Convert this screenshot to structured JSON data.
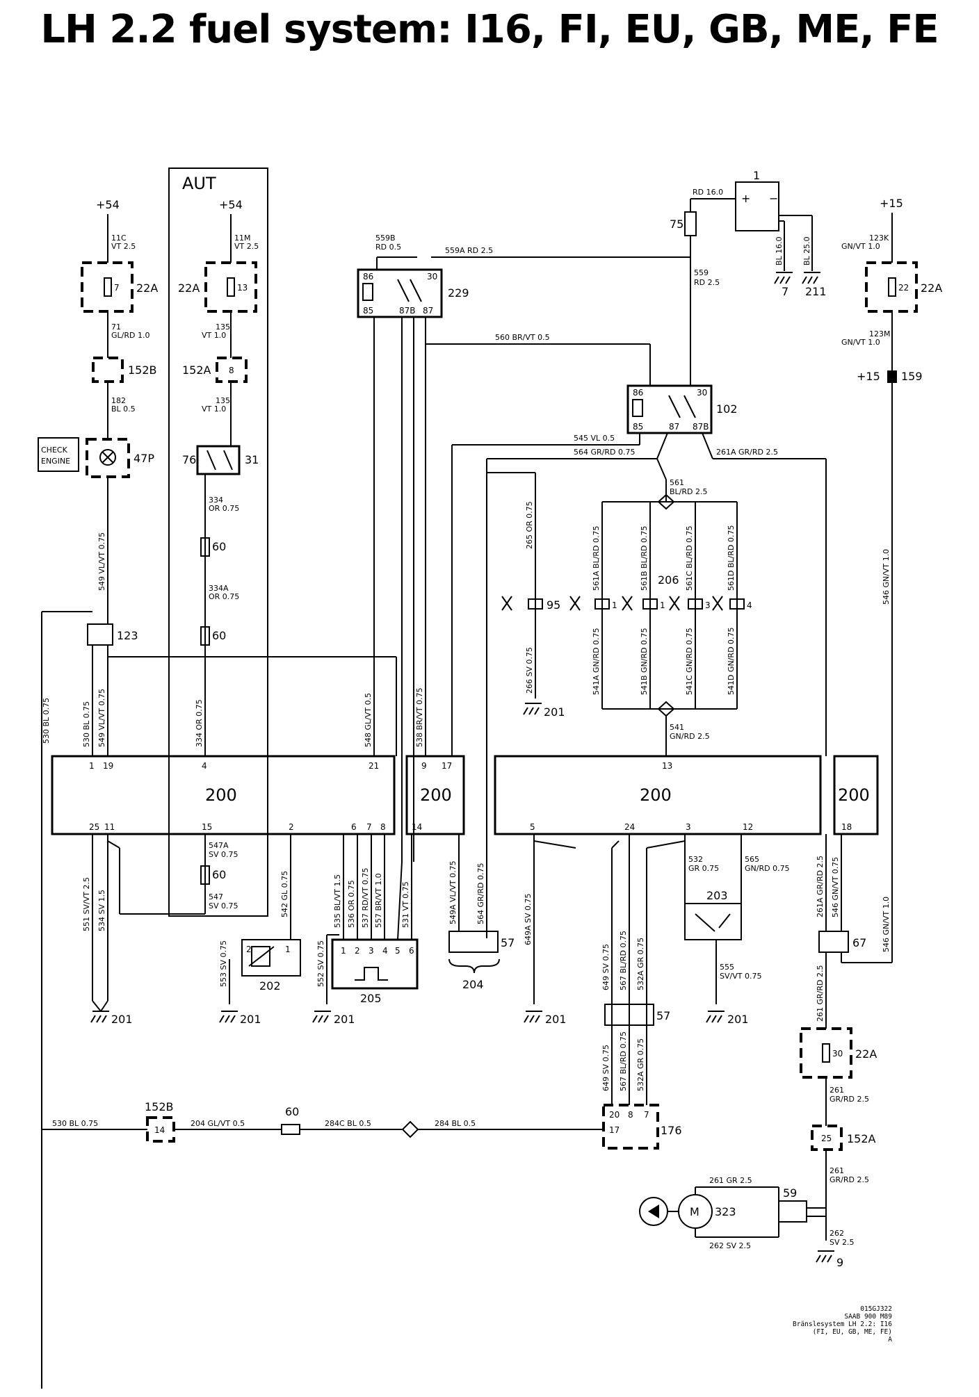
{
  "title": "LH 2.2 fuel system: I16, FI, EU, GB, ME, FE",
  "footer": {
    "line1": "015GJ322",
    "line2": "SAAB 900 M89",
    "line3": "Bränslesystem LH 2.2: I16",
    "line4": "(FI, EU, GB, ME, FE)",
    "line5": "A"
  },
  "labels": {
    "aut": "AUT",
    "p54a": "+54",
    "p54b": "+54",
    "p15": "+15",
    "p15b": "+15",
    "c1": "1",
    "c75": "75",
    "c229": "229",
    "c102": "102",
    "c22a1": "22A",
    "c22a2": "22A",
    "c22a3": "22A",
    "c22a4": "22A",
    "c152b": "152B",
    "c152a": "152A",
    "c152b2": "152B",
    "c152a2": "152A",
    "c159": "159",
    "c47p": "47P",
    "c76": "76",
    "c31": "31",
    "c60a": "60",
    "c60b": "60",
    "c60c": "60",
    "c60d": "60",
    "c123": "123",
    "c95": "95",
    "c206": "206",
    "c200a": "200",
    "c200b": "200",
    "c200c": "200",
    "c200d": "200",
    "c202": "202",
    "c205": "205",
    "c204": "204",
    "c203": "203",
    "c57a": "57",
    "c57b": "57",
    "c67": "67",
    "c176": "176",
    "c323": "323",
    "c59": "59",
    "c7": "7",
    "c211": "211",
    "c9": "9",
    "g201a": "201",
    "g201b": "201",
    "g201c": "201",
    "g201d": "201",
    "g201e": "201",
    "g201f": "201",
    "check1": "CHECK",
    "check2": "ENGINE",
    "motor": "M"
  },
  "wires": {
    "w11c": "11C",
    "w11c2": "VT 2.5",
    "w11m": "11M",
    "w11m2": "VT 2.5",
    "w123k": "123K",
    "w123k2": "GN/VT 1.0",
    "w71": "71",
    "w71b": "GL/RD 1.0",
    "w135": "135",
    "w135b": "VT 1.0",
    "w135c": "135",
    "w135d": "VT 1.0",
    "w123m": "123M",
    "w123m2": "GN/VT 1.0",
    "w182": "182",
    "w182b": "BL 0.5",
    "w559b": "559B",
    "w559b2": "RD 0.5",
    "w559a": "559A RD 2.5",
    "wrd16": "RD 16.0",
    "w559": "559",
    "w559c": "RD 2.5",
    "wbl16": "BL 16.0",
    "wbl25": "BL 25.0",
    "w560": "560 BR/VT 0.5",
    "w545": "545 VL 0.5",
    "w564": "564 GR/RD 0.75",
    "w261a": "261A GR/RD 2.5",
    "w561": "561",
    "w561b": "BL/RD 2.5",
    "w541": "541",
    "w541b": "GN/RD 2.5",
    "w334": "334",
    "w334b": "OR 0.75",
    "w334a": "334A",
    "w334a2": "OR 0.75",
    "w549v": "549 VL/VT 0.75",
    "w546v": "546 GN/VT 1.0",
    "w530v": "530 BL 0.75",
    "w530v2": "530 BL 0.75",
    "w549v2": "549 VL/VT 0.75",
    "w334v": "334 OR 0.75",
    "w548v": "548 GL/VT 0.5",
    "w538v": "538 BR/VT 0.75",
    "w265": "265 OR 0.75",
    "w266": "266 SV 0.75",
    "w561a": "561A BL/RD 0.75",
    "w561bv": "561B BL/RD 0.75",
    "w561c": "561C BL/RD 0.75",
    "w561d": "561D BL/RD 0.75",
    "w541a": "541A GN/RD 0.75",
    "w541bv": "541B GN/RD 0.75",
    "w541c": "541C GN/RD 0.75",
    "w541d": "541D GN/RD 0.75",
    "w551": "551 SV/VT 2.5",
    "w534": "534 SV 1.5",
    "w547a": "547A",
    "w547a2": "SV 0.75",
    "w547": "547",
    "w547b": "SV 0.75",
    "w542": "542 GL 0.75",
    "w553": "553 SV 0.75",
    "w552": "552 SV 0.75",
    "w535": "535 BL/VT 1.5",
    "w536": "536 OR 0.75",
    "w537": "537 RD/VT 0.75",
    "w557": "557 BR/VT 1.0",
    "w531": "531 VT 0.75",
    "w549a": "549A VL/VT 0.75",
    "w564v": "564 GR/RD 0.75",
    "w649a": "649A SV 0.75",
    "w649": "649 SV 0.75",
    "w567": "567 BL/RD 0.75",
    "w532a": "532A GR 0.75",
    "w649b": "649 SV 0.75",
    "w567b": "567 BL/RD 0.75",
    "w532a2": "532A GR 0.75",
    "w532": "532",
    "w532b": "GR 0.75",
    "w565": "565",
    "w565b": "GN/RD 0.75",
    "w555": "555",
    "w555b": "SV/VT 0.75",
    "w261agr": "261A GR/RD 2.5",
    "w546": "546 GN/VT 0.75",
    "w546b": "546 GN/VT 1.0",
    "w261gr": "261 GR/RD 2.5",
    "w261": "261",
    "w261b": "GR/RD 2.5",
    "w261c": "261",
    "w261d": "GR/RD 2.5",
    "w261e": "261 GR 2.5",
    "w262": "262 SV 2.5",
    "w262b": "262",
    "w262c": "SV 2.5",
    "w530h": "530 BL 0.75",
    "w204": "204 GL/VT 0.5",
    "w284c": "284C BL 0.5",
    "w284": "284 BL 0.5"
  },
  "pins": {
    "p7": "7",
    "p13": "13",
    "p22": "22",
    "p30": "30",
    "p25": "25",
    "p14a": "14",
    "p1": "1",
    "p8": "8",
    "p86a": "86",
    "p30a": "30",
    "p85a": "85",
    "p87ba": "87B",
    "p87a": "87",
    "p86b": "86",
    "p30b": "30",
    "p85b": "85",
    "p87b": "87",
    "p87bb": "87B",
    "e1": "1",
    "e19": "19",
    "e4": "4",
    "e21": "21",
    "e9": "9",
    "e17": "17",
    "e13": "13",
    "e25": "25",
    "e11": "11",
    "e15": "15",
    "e2": "2",
    "e6": "6",
    "e7": "7",
    "e8": "8",
    "e14": "14",
    "e5": "5",
    "e24": "24",
    "e3": "3",
    "e12": "12",
    "e18": "18",
    "f1": "1",
    "f2": "2",
    "f3": "3",
    "f4": "4",
    "f5": "5",
    "f6": "6",
    "q20": "20",
    "q8": "8",
    "q7": "7",
    "q17": "17",
    "q14": "14"
  }
}
